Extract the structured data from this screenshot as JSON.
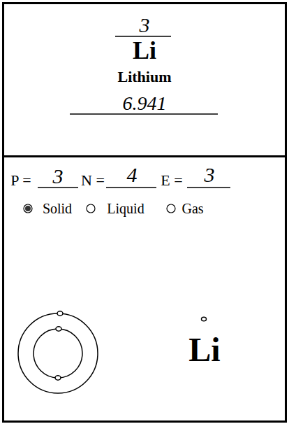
{
  "diagram": {
    "nodes": [
      {
        "text": [
          "3",
          "Li",
          "Lithium",
          "6.941"
        ]
      },
      {
        "text": [
          "P =",
          "3",
          "N =",
          "4",
          "E =",
          "3",
          "Solid",
          "Liquid",
          "Gas",
          "Li"
        ]
      }
    ]
  }
}
